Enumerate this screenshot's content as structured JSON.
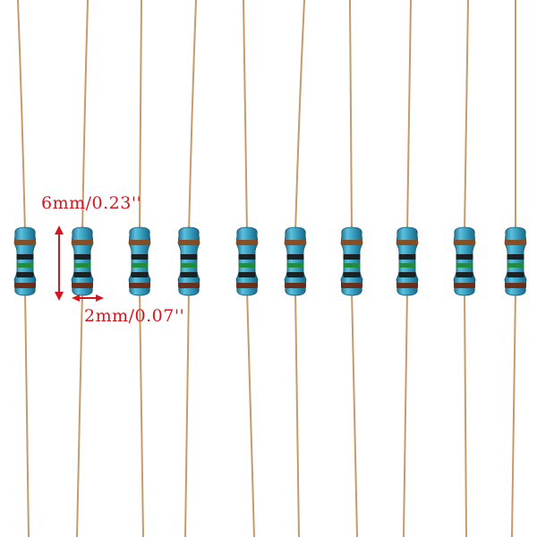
{
  "photo": {
    "subject": "resistor",
    "count": 10,
    "body_color": "#2f8fae",
    "lead_color": "#b58a5a",
    "band_colors": [
      "#8a4a1c",
      "#1a1a1a",
      "#1f8a3a",
      "#1a1a1a",
      "#6b2a14"
    ]
  },
  "annotations": {
    "height_label": "6mm/0.23''",
    "width_label": "2mm/0.07''",
    "color": "#d8141c"
  }
}
